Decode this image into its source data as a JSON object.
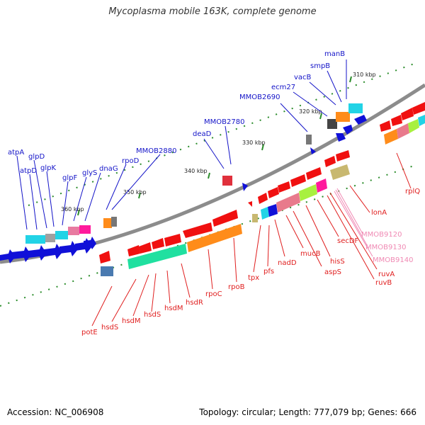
{
  "title": "Mycoplasma mobile 163K, complete genome",
  "footer": {
    "accession": "Accession: NC_006908",
    "summary": "Topology: circular; Length: 777,079 bp; Genes: 666"
  },
  "colors": {
    "forward_label": "#1414c8",
    "reverse_label": "#e01e1e",
    "pale_label": "#f08ab4",
    "backbone": "#8c8c8c",
    "tick": "#2a8c2a",
    "forward_arrow": "#1010d8",
    "reverse_arrow": "#f01010"
  },
  "ticks": [
    "310 kbp",
    "320 kbp",
    "330 kbp",
    "340 kbp",
    "350 kbp",
    "360 kbp"
  ],
  "forward_genes": [
    "manB",
    "smpB",
    "vacB",
    "ecm27",
    "MMOB2690",
    "MMOB2780",
    "deaD",
    "MMOB2880",
    "rpoD",
    "dnaG",
    "glyS",
    "glpF",
    "glpK",
    "glpD",
    "atpD",
    "atpA"
  ],
  "reverse_genes": [
    "rplQ",
    "lonA",
    "MMOB9120",
    "MMOB9130",
    "MMOB9140",
    "ruvA",
    "ruvB",
    "secDF",
    "hisS",
    "aspS",
    "mucB",
    "nadD",
    "pfs",
    "tpx",
    "rpoB",
    "rpoC",
    "hsdR",
    "hsdM",
    "hsdS",
    "hsdM",
    "hsdS",
    "potE"
  ]
}
